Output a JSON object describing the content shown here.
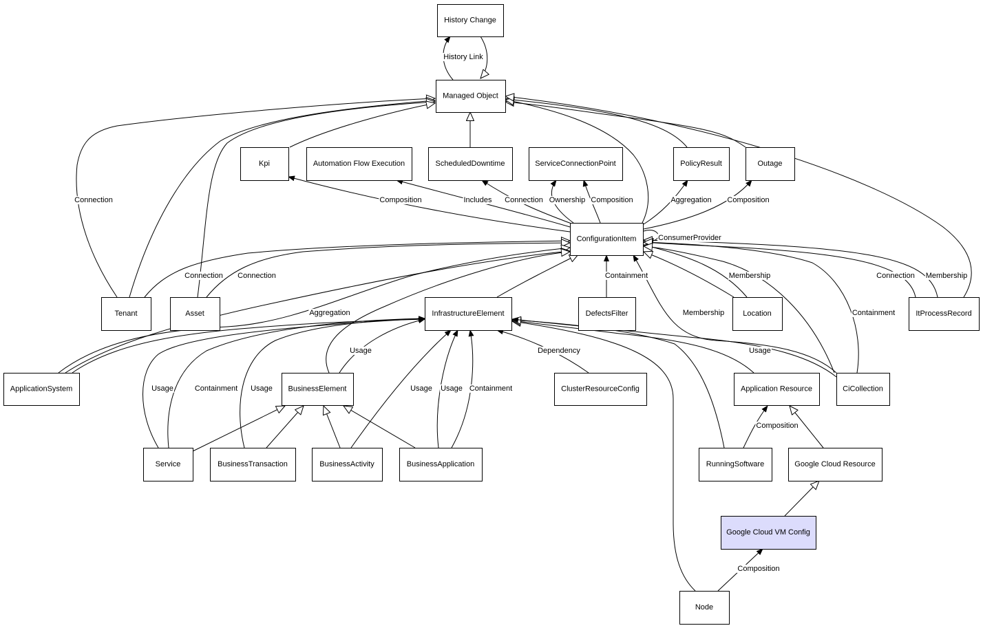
{
  "nodes": [
    {
      "id": "history-change",
      "label": "History Change"
    },
    {
      "id": "managed-object",
      "label": "Managed Object"
    },
    {
      "id": "kpi",
      "label": "Kpi"
    },
    {
      "id": "automation-flow-execution",
      "label": "Automation Flow Execution"
    },
    {
      "id": "scheduled-downtime",
      "label": "ScheduledDowntime"
    },
    {
      "id": "service-connection-point",
      "label": "ServiceConnectionPoint"
    },
    {
      "id": "policy-result",
      "label": "PolicyResult"
    },
    {
      "id": "outage",
      "label": "Outage"
    },
    {
      "id": "configuration-item",
      "label": "ConfigurationItem"
    },
    {
      "id": "tenant",
      "label": "Tenant"
    },
    {
      "id": "asset",
      "label": "Asset"
    },
    {
      "id": "infrastructure-element",
      "label": "InfrastructureElement"
    },
    {
      "id": "defects-filter",
      "label": "DefectsFilter"
    },
    {
      "id": "location",
      "label": "Location"
    },
    {
      "id": "it-process-record",
      "label": "ItProcessRecord"
    },
    {
      "id": "application-system",
      "label": "ApplicationSystem"
    },
    {
      "id": "business-element",
      "label": "BusinessElement"
    },
    {
      "id": "cluster-resource-config",
      "label": "ClusterResourceConfig"
    },
    {
      "id": "application-resource",
      "label": "Application Resource"
    },
    {
      "id": "ci-collection",
      "label": "CiCollection"
    },
    {
      "id": "service",
      "label": "Service"
    },
    {
      "id": "business-transaction",
      "label": "BusinessTransaction"
    },
    {
      "id": "business-activity",
      "label": "BusinessActivity"
    },
    {
      "id": "business-application",
      "label": "BusinessApplication"
    },
    {
      "id": "running-software",
      "label": "RunningSoftware"
    },
    {
      "id": "google-cloud-resource",
      "label": "Google Cloud Resource"
    },
    {
      "id": "google-cloud-vm-config",
      "label": "Google Cloud VM Config",
      "highlight": true
    },
    {
      "id": "node",
      "label": "Node"
    }
  ],
  "edge_labels": [
    {
      "id": "history-link",
      "text": "History Link"
    },
    {
      "id": "tenant-mo-connection",
      "text": "Connection"
    },
    {
      "id": "ci-kpi-composition",
      "text": "Composition"
    },
    {
      "id": "ci-afe-includes",
      "text": "Includes"
    },
    {
      "id": "ci-sd-connection",
      "text": "Connection"
    },
    {
      "id": "ci-scp-ownership",
      "text": "Ownership"
    },
    {
      "id": "ci-scp-composition",
      "text": "Composition"
    },
    {
      "id": "ci-pr-aggregation",
      "text": "Aggregation"
    },
    {
      "id": "ci-outage-composition",
      "text": "Composition"
    },
    {
      "id": "ci-consumer-provider",
      "text": "ConsumerProvider"
    },
    {
      "id": "tenant-ci-connection",
      "text": "Connection"
    },
    {
      "id": "asset-ci-connection",
      "text": "Connection"
    },
    {
      "id": "defects-containment",
      "text": "Containment"
    },
    {
      "id": "location-membership",
      "text": "Membership"
    },
    {
      "id": "itpr-connection",
      "text": "Connection"
    },
    {
      "id": "itpr-membership",
      "text": "Membership"
    },
    {
      "id": "appsys-aggregation",
      "text": "Aggregation"
    },
    {
      "id": "cicoll-membership",
      "text": "Membership"
    },
    {
      "id": "cicoll-containment",
      "text": "Containment"
    },
    {
      "id": "be-ie-usage",
      "text": "Usage"
    },
    {
      "id": "cluster-dependency",
      "text": "Dependency"
    },
    {
      "id": "cicoll-ie-usage",
      "text": "Usage"
    },
    {
      "id": "service-usage",
      "text": "Usage"
    },
    {
      "id": "service-containment",
      "text": "Containment"
    },
    {
      "id": "bt-usage",
      "text": "Usage"
    },
    {
      "id": "ba-usage",
      "text": "Usage"
    },
    {
      "id": "bapp-usage",
      "text": "Usage"
    },
    {
      "id": "bapp-containment",
      "text": "Containment"
    },
    {
      "id": "rs-composition",
      "text": "Composition"
    },
    {
      "id": "node-composition",
      "text": "Composition"
    }
  ]
}
